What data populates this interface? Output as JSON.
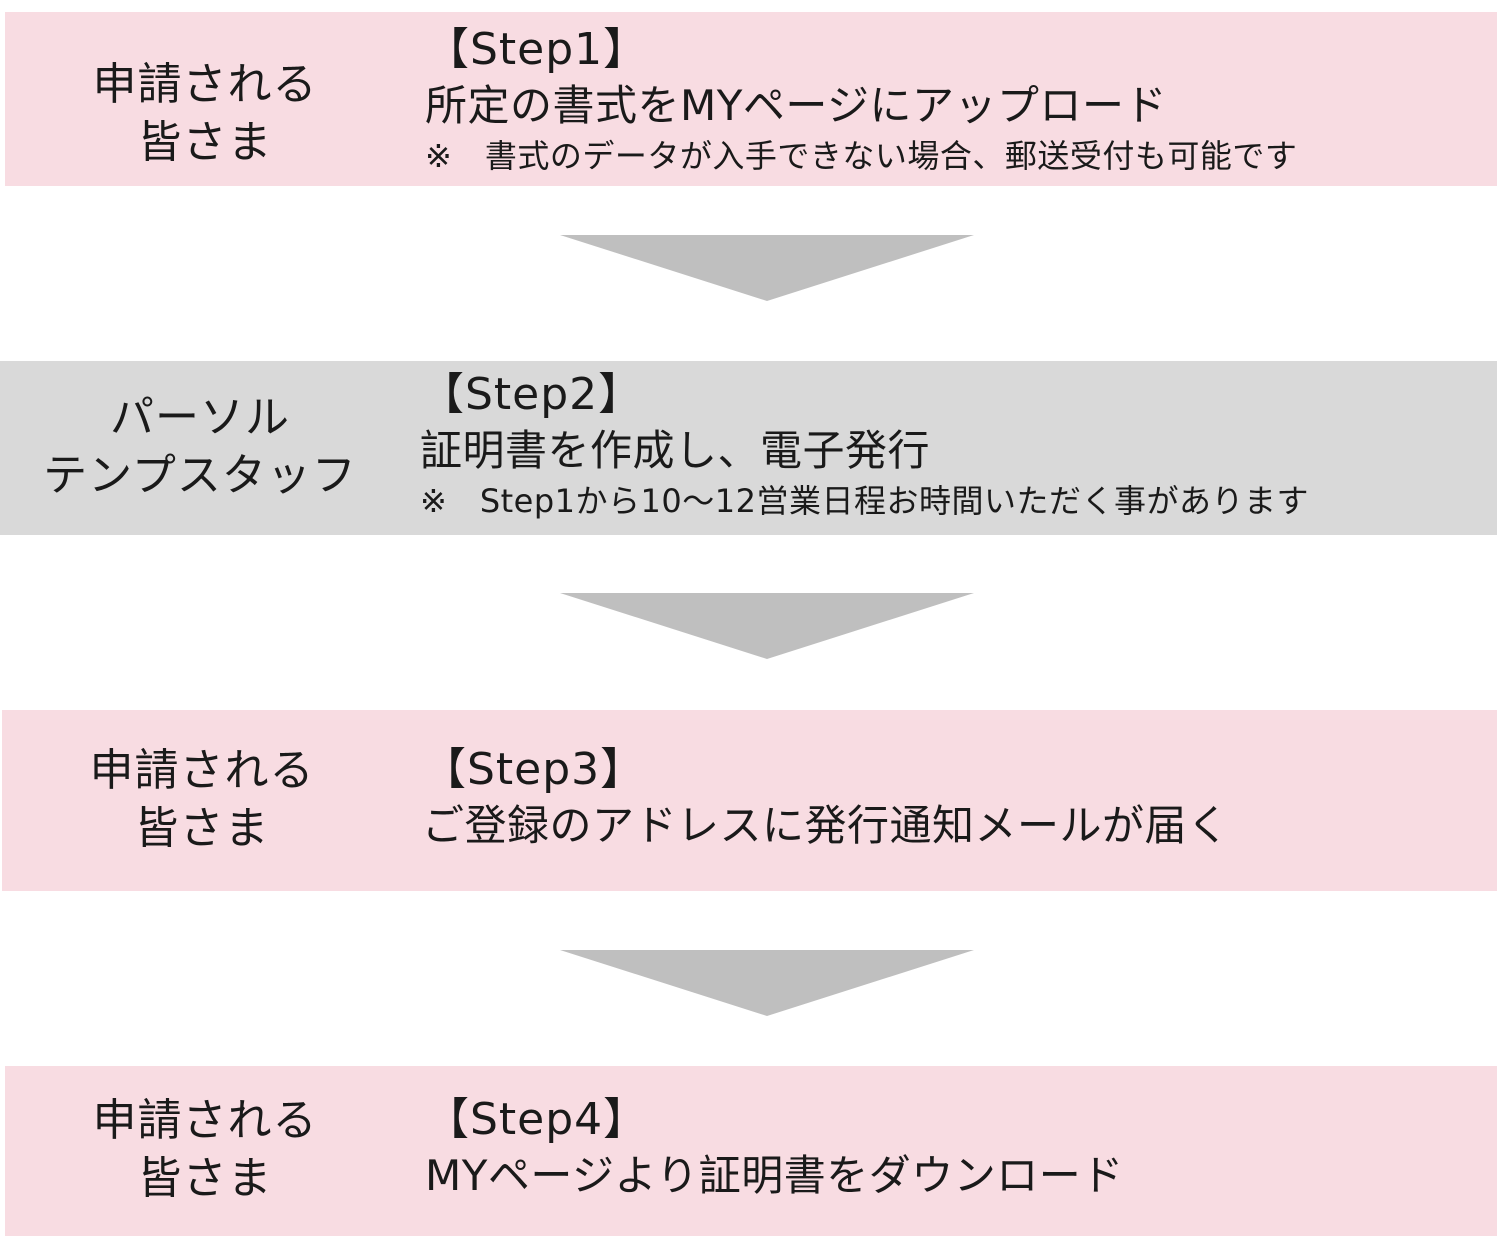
{
  "steps": [
    {
      "actor": [
        "申請される",
        "皆さま"
      ],
      "label": "【Step1】",
      "main": "所定の書式をMYページにアップロード",
      "note": "※　書式のデータが入手できない場合、郵送受付も可能です"
    },
    {
      "actor": [
        "パーソル",
        "テンプスタッフ"
      ],
      "label": "【Step2】",
      "main": "証明書を作成し、電子発行",
      "note": "※　Step1から10～12営業日程お時間いただく事があります"
    },
    {
      "actor": [
        "申請される",
        "皆さま"
      ],
      "label": "【Step3】",
      "main": "ご登録のアドレスに発行通知メールが届く"
    },
    {
      "actor": [
        "申請される",
        "皆さま"
      ],
      "label": "【Step4】",
      "main": "MYページより証明書をダウンロード"
    }
  ],
  "colors": {
    "participant_box": "#f8dce2",
    "staff_box": "#d9d9d9",
    "arrow": "#bfbfbf",
    "text": "#1a1a1a"
  },
  "icons": {
    "connector": "down-chevron-arrow"
  }
}
